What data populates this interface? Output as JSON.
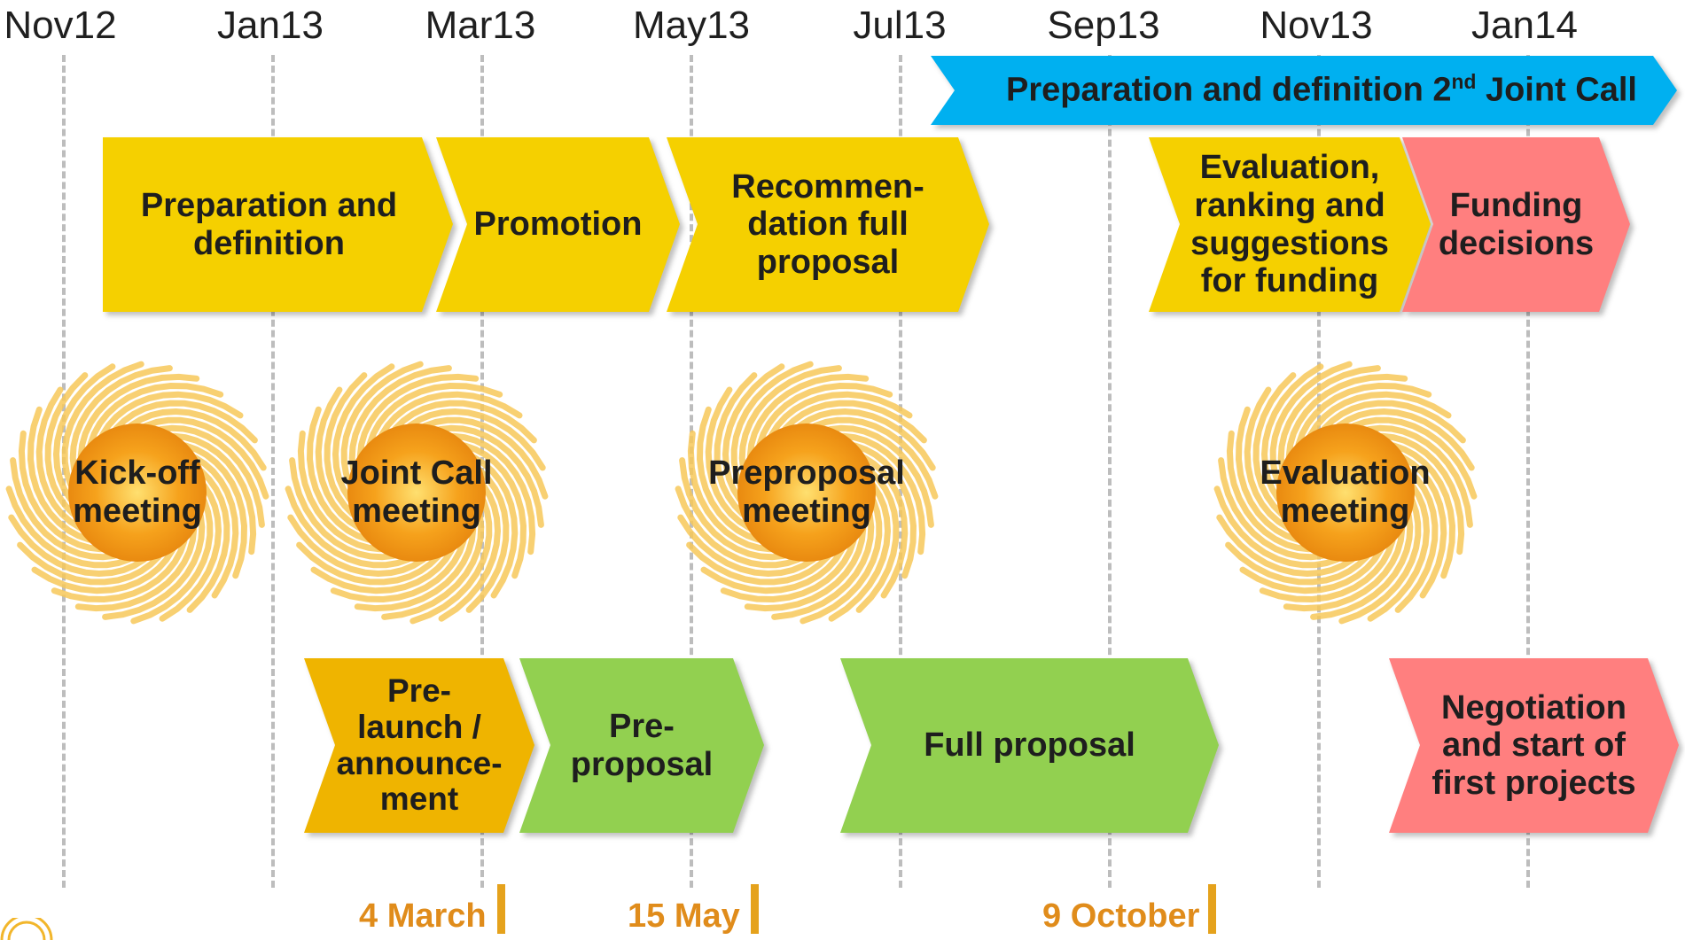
{
  "months": [
    "Nov12",
    "Jan13",
    "Mar13",
    "May13",
    "Jul13",
    "Sep13",
    "Nov13",
    "Jan14"
  ],
  "top_arrow": {
    "label_pre": "Preparation and definition 2",
    "label_sup": "nd",
    "label_post": " Joint Call",
    "color": "#00b0f0"
  },
  "row1": [
    {
      "label": "Preparation and\ndefinition",
      "color": "#f5d000"
    },
    {
      "label": "Promotion",
      "color": "#f5d000"
    },
    {
      "label": "Recommen-\ndation full\nproposal",
      "color": "#f5d000"
    },
    {
      "label": "Evaluation,\nranking and\nsuggestions\nfor funding",
      "color": "#f5d000"
    },
    {
      "label": "Funding\ndecisions",
      "color": "#ff7f7f"
    }
  ],
  "meetings": [
    {
      "label": "Kick-off\nmeeting"
    },
    {
      "label": "Joint Call\nmeeting"
    },
    {
      "label": "Preproposal\nmeeting"
    },
    {
      "label": "Evaluation\nmeeting"
    }
  ],
  "row3": [
    {
      "label": "Pre-\nlaunch /\nannounce-\nment",
      "color": "#efb400"
    },
    {
      "label": "Pre-\nproposal",
      "color": "#92d050"
    },
    {
      "label": "Full proposal",
      "color": "#92d050"
    },
    {
      "label": "Negotiation\nand start of\nfirst projects",
      "color": "#ff7f7f"
    }
  ],
  "milestones": [
    {
      "label": "4 March"
    },
    {
      "label": "15 May"
    },
    {
      "label": "9 October"
    }
  ]
}
